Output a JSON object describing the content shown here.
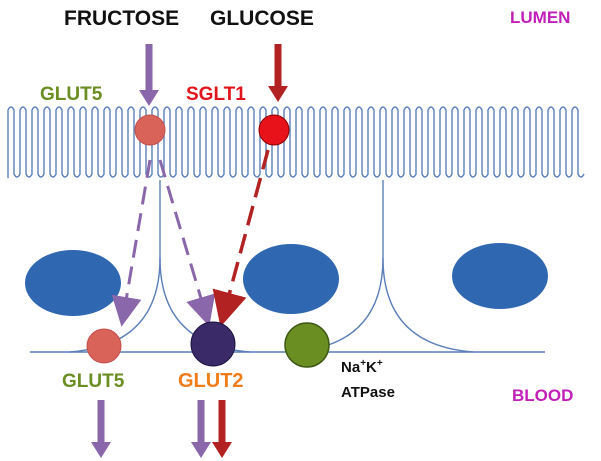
{
  "labels": {
    "fructose": "FRUCTOSE",
    "glucose": "GLUCOSE",
    "lumen": "LUMEN",
    "blood": "BLOOD",
    "glut5_apical": "GLUT5",
    "sglt1": "SGLT1",
    "glut5_basal": "GLUT5",
    "glut2": "GLUT2",
    "pump_na": "Na",
    "pump_plus1": "+",
    "pump_k": "K",
    "pump_plus2": "+",
    "pump_atpase": "ATPase"
  },
  "colors": {
    "membrane": "#5b7fb8",
    "nucleus": "#2f67b1",
    "fructose": "#8a66aa",
    "glucose": "#b22222",
    "glut5_transporter": "#d96359",
    "sglt1_transporter": "#e8121a",
    "glut2_transporter": "#3a2a68",
    "pump": "#6b8e23"
  }
}
